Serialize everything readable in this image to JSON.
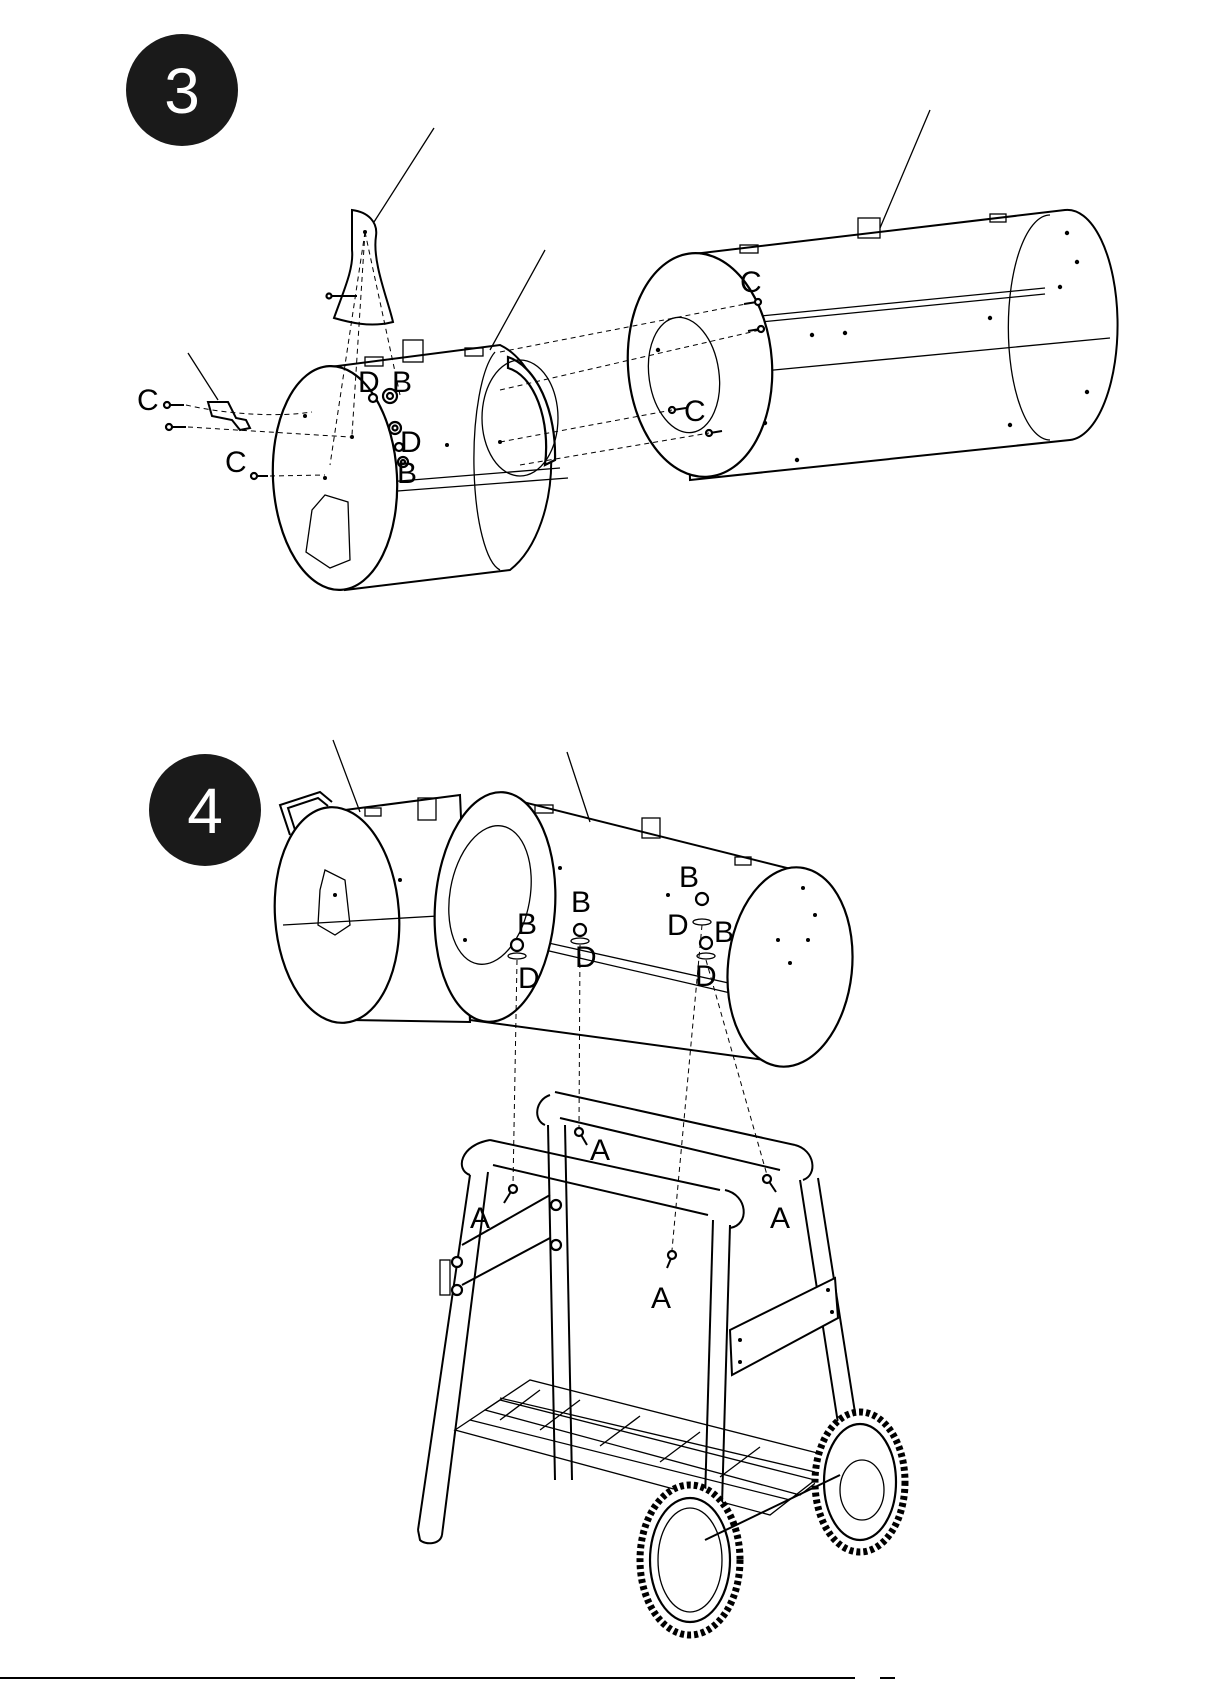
{
  "steps": [
    {
      "number": "3",
      "labels": [
        {
          "id": "d-top",
          "text": "D"
        },
        {
          "id": "b-top",
          "text": "B"
        },
        {
          "id": "d-mid",
          "text": "D"
        },
        {
          "id": "b-mid",
          "text": "B"
        },
        {
          "id": "c-left-top",
          "text": "C"
        },
        {
          "id": "c-left-bottom",
          "text": "C"
        },
        {
          "id": "c-right-top",
          "text": "C"
        },
        {
          "id": "c-right-bottom",
          "text": "C"
        }
      ]
    },
    {
      "number": "4",
      "labels": [
        {
          "id": "b1",
          "text": "B"
        },
        {
          "id": "b2",
          "text": "B"
        },
        {
          "id": "b3",
          "text": "B"
        },
        {
          "id": "b4",
          "text": "B"
        },
        {
          "id": "d1",
          "text": "D"
        },
        {
          "id": "d2",
          "text": "D"
        },
        {
          "id": "d3",
          "text": "D"
        },
        {
          "id": "d4",
          "text": "D"
        },
        {
          "id": "a1",
          "text": "A"
        },
        {
          "id": "a2",
          "text": "A"
        },
        {
          "id": "a3",
          "text": "A"
        },
        {
          "id": "a4",
          "text": "A"
        }
      ]
    }
  ],
  "colors": {
    "ink": "#000000",
    "paper": "#ffffff"
  }
}
